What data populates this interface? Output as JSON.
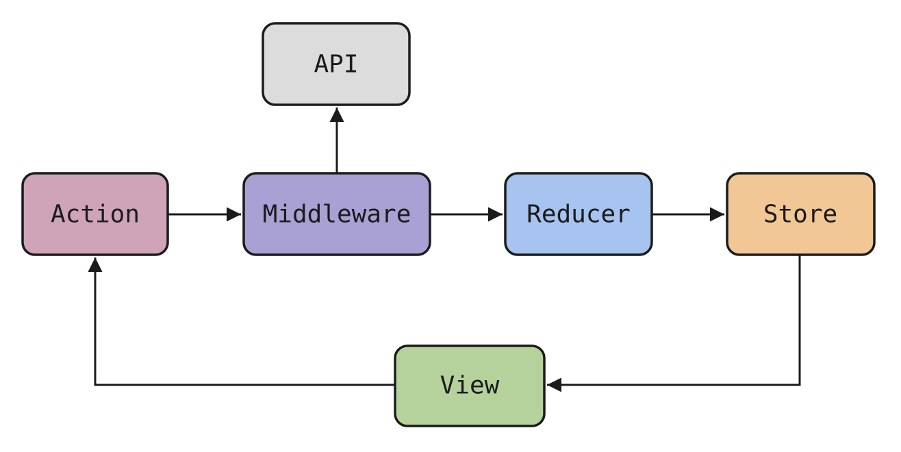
{
  "diagram": {
    "description": "Redux data flow diagram",
    "background_color": "#ffffff",
    "stroke_color": "#1b1b1b",
    "nodes": [
      {
        "id": "api",
        "label": "API",
        "fill": "#dcdcdc"
      },
      {
        "id": "action",
        "label": "Action",
        "fill": "#cfa4b8"
      },
      {
        "id": "middleware",
        "label": "Middleware",
        "fill": "#a9a1d4"
      },
      {
        "id": "reducer",
        "label": "Reducer",
        "fill": "#a6c4ef"
      },
      {
        "id": "store",
        "label": "Store",
        "fill": "#f1c795"
      },
      {
        "id": "view",
        "label": "View",
        "fill": "#b5d29c"
      }
    ],
    "edges": [
      {
        "from": "action",
        "to": "middleware"
      },
      {
        "from": "middleware",
        "to": "api"
      },
      {
        "from": "middleware",
        "to": "reducer"
      },
      {
        "from": "reducer",
        "to": "store"
      },
      {
        "from": "store",
        "to": "view"
      },
      {
        "from": "view",
        "to": "action"
      }
    ]
  }
}
